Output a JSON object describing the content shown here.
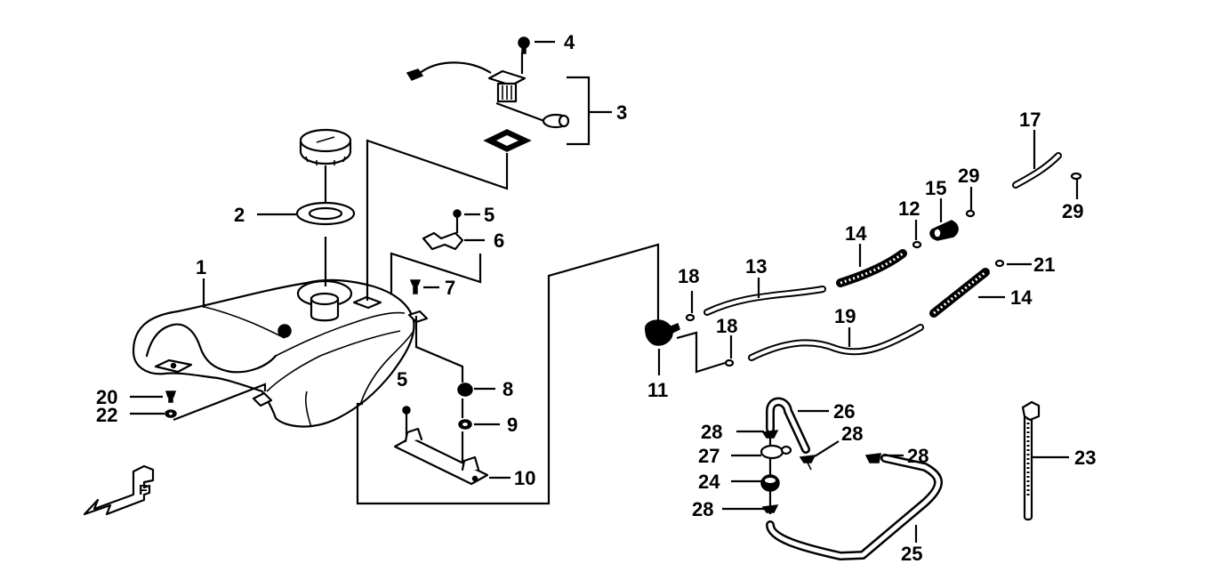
{
  "diagram": {
    "title": "Fuel tank exploded parts diagram",
    "line_color": "#000000",
    "background_color": "#ffffff",
    "direction_marker": "F",
    "callouts": [
      {
        "id": "c1",
        "label": "1"
      },
      {
        "id": "c2",
        "label": "2"
      },
      {
        "id": "c3",
        "label": "3"
      },
      {
        "id": "c4",
        "label": "4"
      },
      {
        "id": "c5a",
        "label": "5"
      },
      {
        "id": "c5b",
        "label": "5"
      },
      {
        "id": "c6",
        "label": "6"
      },
      {
        "id": "c7",
        "label": "7"
      },
      {
        "id": "c8",
        "label": "8"
      },
      {
        "id": "c9",
        "label": "9"
      },
      {
        "id": "c10",
        "label": "10"
      },
      {
        "id": "c11",
        "label": "11"
      },
      {
        "id": "c12",
        "label": "12"
      },
      {
        "id": "c13",
        "label": "13"
      },
      {
        "id": "c14a",
        "label": "14"
      },
      {
        "id": "c14b",
        "label": "14"
      },
      {
        "id": "c15",
        "label": "15"
      },
      {
        "id": "c17",
        "label": "17"
      },
      {
        "id": "c18a",
        "label": "18"
      },
      {
        "id": "c18b",
        "label": "18"
      },
      {
        "id": "c19",
        "label": "19"
      },
      {
        "id": "c20",
        "label": "20"
      },
      {
        "id": "c21",
        "label": "21"
      },
      {
        "id": "c22",
        "label": "22"
      },
      {
        "id": "c23",
        "label": "23"
      },
      {
        "id": "c24",
        "label": "24"
      },
      {
        "id": "c25",
        "label": "25"
      },
      {
        "id": "c26",
        "label": "26"
      },
      {
        "id": "c27",
        "label": "27"
      },
      {
        "id": "c28a",
        "label": "28"
      },
      {
        "id": "c28b",
        "label": "28"
      },
      {
        "id": "c28c",
        "label": "28"
      },
      {
        "id": "c28d",
        "label": "28"
      },
      {
        "id": "c29a",
        "label": "29"
      },
      {
        "id": "c29b",
        "label": "29"
      }
    ]
  }
}
